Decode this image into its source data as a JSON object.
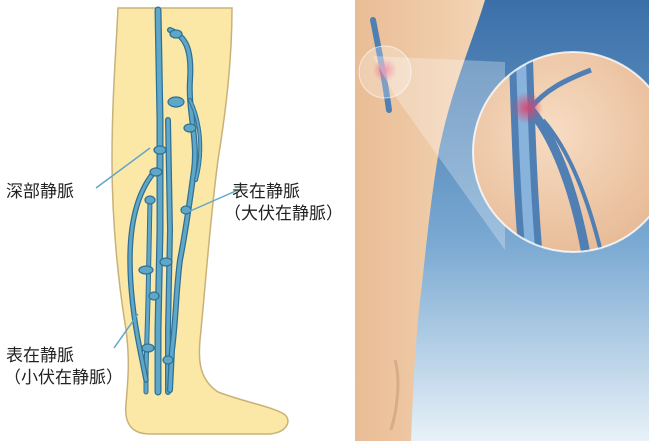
{
  "labels": {
    "deep_veins": "深部静脈",
    "superficial_gsv": {
      "line1": "表在静脈",
      "line2": "（大伏在静脈）"
    },
    "superficial_ssv": {
      "line1": "表在静脈",
      "line2": "（小伏在静脈）"
    }
  },
  "colors": {
    "skin": "#fbe8a6",
    "skin_outline": "#c9b27a",
    "vein": "#5fa7c9",
    "vein_dark": "#2f6f93",
    "leader_line": "#5fa7c9",
    "illustration_bg_top": "#3a6fa8",
    "illustration_bg_bottom": "#e8f1f8",
    "illustration_skin": "#efc9a4",
    "inflammation": "#e0406a"
  }
}
